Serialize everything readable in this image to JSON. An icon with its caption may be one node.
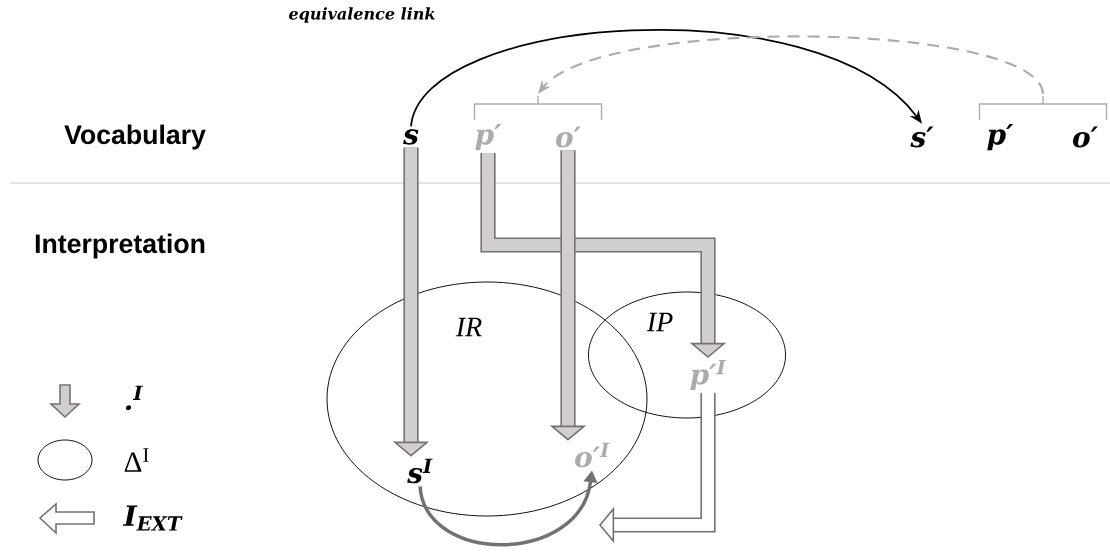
{
  "diagram": {
    "nodes": [
      {
        "text": [
          "s"
        ]
      },
      {
        "text": [
          "p′"
        ]
      },
      {
        "text": [
          "o′"
        ]
      },
      {
        "text": [
          "s′"
        ]
      },
      {
        "text": [
          "p′"
        ]
      },
      {
        "text": [
          "o′"
        ]
      },
      {
        "text": [
          "IR"
        ]
      },
      {
        "text": [
          "IP"
        ]
      },
      {
        "text": [
          "s$^{I}$"
        ],
        "in": 6
      },
      {
        "text": [
          "o′$^{I}$"
        ],
        "in": 6
      },
      {
        "text": [
          "p′$^{I}$"
        ],
        "in": 7
      },
      {
        "text": [],
        "shape": "brace"
      },
      {
        "text": [],
        "shape": "brace"
      }
    ],
    "edges": [
      {
        "from": 0,
        "to": 3,
        "arrow": "to",
        "label": "equivalence link",
        "color": "#000000"
      },
      {
        "from": 12,
        "to": 11,
        "arrow": "to",
        "style": "dashed",
        "color": "#aeaaaa"
      },
      {
        "from": 0,
        "to": 8,
        "arrow": "to"
      },
      {
        "from": 1,
        "to": 10,
        "arrow": "to"
      },
      {
        "from": 2,
        "to": 9,
        "arrow": "to"
      },
      {
        "from": 10,
        "to": null,
        "arrow": "to"
      },
      {
        "from": 8,
        "to": 9,
        "arrow": "to"
      }
    ],
    "labels": [
      "Vocabulary",
      "Interpretation"
    ],
    "legend": [
      {
        "text": ".$^{I}$"
      },
      {
        "text": "Δ$^{I}$"
      },
      {
        "text": "I$_{EXT}$"
      }
    ]
  }
}
